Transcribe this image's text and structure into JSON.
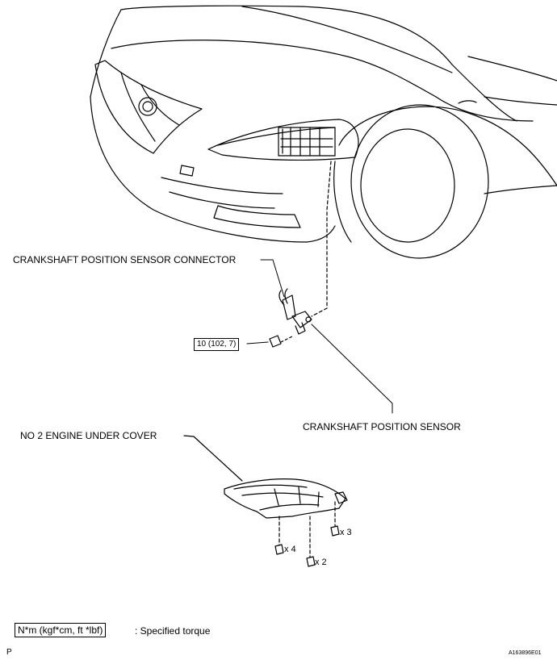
{
  "labels": {
    "connector": "CRANKSHAFT POSITION SENSOR CONNECTOR",
    "sensor": "CRANKSHAFT POSITION SENSOR",
    "under_cover": "NO  2 ENGINE UNDER COVER"
  },
  "torque_value": "10 (102, 7)",
  "bolt_counts": {
    "a": "x 3",
    "b": "x 4",
    "c": "x 2"
  },
  "legend": {
    "box_text": "N*m (kgf*cm, ft *lbf)",
    "description": ": Specified torque"
  },
  "footer": {
    "page_mark": "P",
    "figure_id": "A163896E01"
  }
}
